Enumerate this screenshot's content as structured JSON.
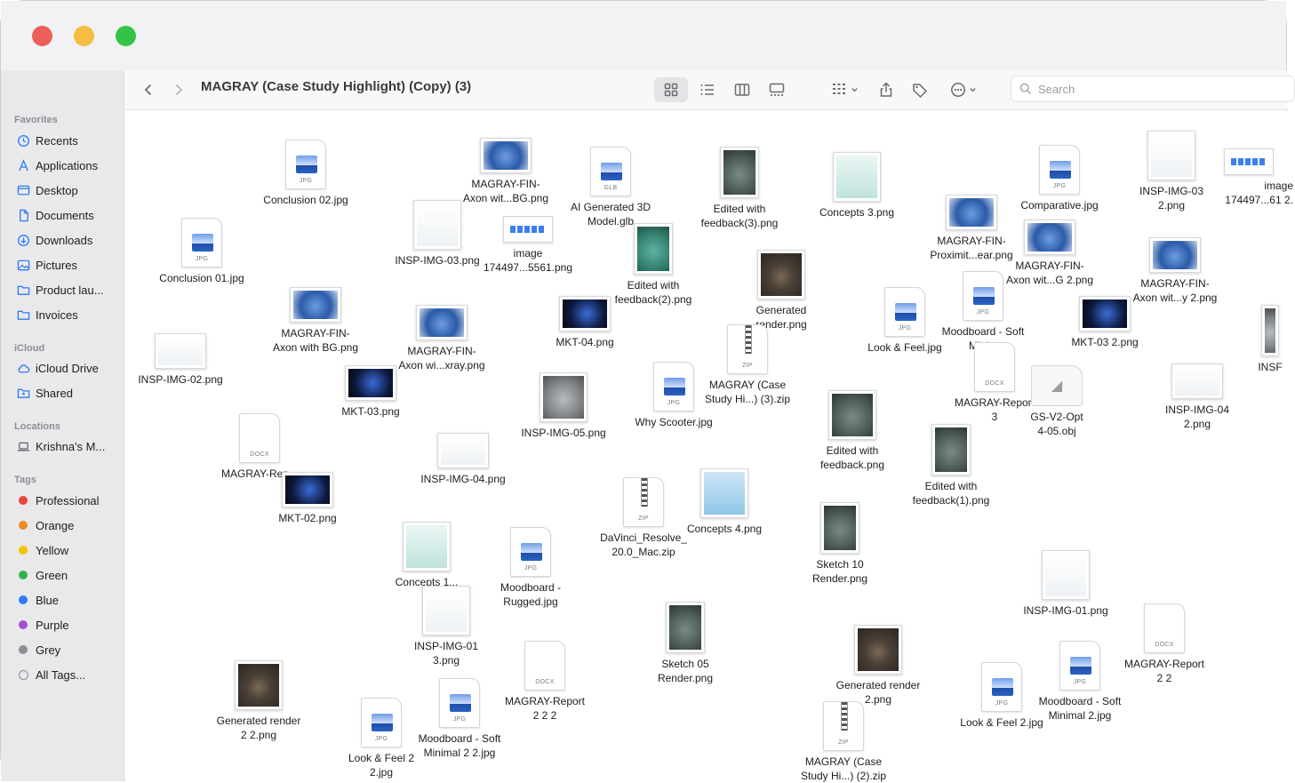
{
  "window": {
    "path_title": "MAGRAY (Case Study Highlight) (Copy) (3)",
    "search_placeholder": "Search"
  },
  "sidebar": {
    "favorites_header": "Favorites",
    "favorites": [
      {
        "label": "Recents",
        "icon": "clock-icon"
      },
      {
        "label": "Applications",
        "icon": "applications-icon"
      },
      {
        "label": "Desktop",
        "icon": "desktop-icon"
      },
      {
        "label": "Documents",
        "icon": "document-icon"
      },
      {
        "label": "Downloads",
        "icon": "download-icon"
      },
      {
        "label": "Pictures",
        "icon": "pictures-icon"
      },
      {
        "label": "Product lau...",
        "icon": "folder-icon"
      },
      {
        "label": "Invoices",
        "icon": "folder-icon"
      }
    ],
    "icloud_header": "iCloud",
    "icloud": [
      {
        "label": "iCloud Drive",
        "icon": "cloud-icon"
      },
      {
        "label": "Shared",
        "icon": "shared-folder-icon"
      }
    ],
    "locations_header": "Locations",
    "locations": [
      {
        "label": "Krishna's M...",
        "icon": "laptop-icon"
      }
    ],
    "tags_header": "Tags",
    "tags": [
      {
        "label": "Professional",
        "color": "#e8443a"
      },
      {
        "label": "Orange",
        "color": "#f08a24"
      },
      {
        "label": "Yellow",
        "color": "#f5c400"
      },
      {
        "label": "Green",
        "color": "#34b24a"
      },
      {
        "label": "Blue",
        "color": "#2f7cf6"
      },
      {
        "label": "Purple",
        "color": "#a550d6"
      },
      {
        "label": "Grey",
        "color": "#8e8e93"
      },
      {
        "label": "All Tags...",
        "color": ""
      }
    ]
  },
  "files": [
    {
      "name": "Conclusion 02.jpg",
      "kind": "JPG"
    },
    {
      "name": "MAGRAY-FIN-\nAxon wit...BG.png",
      "kind": "image"
    },
    {
      "name": "AI Generated 3D\nModel.glb",
      "kind": "GLB"
    },
    {
      "name": "Edited with\nfeedback(3).png",
      "kind": "image"
    },
    {
      "name": "Concepts 3.png",
      "kind": "image"
    },
    {
      "name": "Comparative.jpg",
      "kind": "JPG"
    },
    {
      "name": "INSP-IMG-03\n2.png",
      "kind": "image"
    },
    {
      "name": "image\n174497...61 2.",
      "kind": "image"
    },
    {
      "name": "Conclusion 01.jpg",
      "kind": "JPG"
    },
    {
      "name": "INSP-IMG-03.png",
      "kind": "image"
    },
    {
      "name": "image\n174497...5561.png",
      "kind": "image"
    },
    {
      "name": "Edited with\nfeedback(2).png",
      "kind": "image"
    },
    {
      "name": "MAGRAY-FIN-\nProximit...ear.png",
      "kind": "image"
    },
    {
      "name": "MAGRAY-FIN-\nAxon wit...G 2.png",
      "kind": "image"
    },
    {
      "name": "MAGRAY-FIN-\nAxon wit...y 2.png",
      "kind": "image"
    },
    {
      "name": "Generated\nrender.png",
      "kind": "image"
    },
    {
      "name": "MAGRAY-FIN-\nAxon with BG.png",
      "kind": "image"
    },
    {
      "name": "MAGRAY-FIN-\nAxon wi...xray.png",
      "kind": "image"
    },
    {
      "name": "MKT-04.png",
      "kind": "image"
    },
    {
      "name": "Look & Feel.jpg",
      "kind": "JPG"
    },
    {
      "name": "Moodboard - Soft\nMini...",
      "kind": "JPG"
    },
    {
      "name": "MKT-03 2.png",
      "kind": "image"
    },
    {
      "name": "INSP-IMG-02.png",
      "kind": "image"
    },
    {
      "name": "MKT-03.png",
      "kind": "image"
    },
    {
      "name": "INSP-IMG-05.png",
      "kind": "image"
    },
    {
      "name": "MAGRAY (Case\nStudy Hi...) (3).zip",
      "kind": "ZIP"
    },
    {
      "name": "Why Scooter.jpg",
      "kind": "JPG"
    },
    {
      "name": "MAGRAY-Report\n3",
      "kind": "DOCX"
    },
    {
      "name": "GS-V2-Opt\n4-05.obj",
      "kind": "OBJ"
    },
    {
      "name": "INSP-IMG-04\n2.png",
      "kind": "image"
    },
    {
      "name": "INSF",
      "kind": "image"
    },
    {
      "name": "MAGRAY-Rep...",
      "kind": "DOCX"
    },
    {
      "name": "INSP-IMG-04.png",
      "kind": "image"
    },
    {
      "name": "Edited with\nfeedback.png",
      "kind": "image"
    },
    {
      "name": "Edited with\nfeedback(1).png",
      "kind": "image"
    },
    {
      "name": "MKT-02.png",
      "kind": "image"
    },
    {
      "name": "DaVinci_Resolve_\n20.0_Mac.zip",
      "kind": "ZIP"
    },
    {
      "name": "Concepts 4.png",
      "kind": "image"
    },
    {
      "name": "Concepts 1...",
      "kind": "image"
    },
    {
      "name": "Moodboard -\nRugged.jpg",
      "kind": "JPG"
    },
    {
      "name": "Sketch 10\nRender.png",
      "kind": "image"
    },
    {
      "name": "INSP-IMG-01.png",
      "kind": "image"
    },
    {
      "name": "INSP-IMG-01\n3.png",
      "kind": "image"
    },
    {
      "name": "Sketch 05\nRender.png",
      "kind": "image"
    },
    {
      "name": "MAGRAY-Report\n2 2",
      "kind": "DOCX"
    },
    {
      "name": "MAGRAY-Report\n2 2 2",
      "kind": "DOCX"
    },
    {
      "name": "Generated render\n2.png",
      "kind": "image"
    },
    {
      "name": "Moodboard - Soft\nMinimal 2.jpg",
      "kind": "JPG"
    },
    {
      "name": "Generated render\n2 2.png",
      "kind": "image"
    },
    {
      "name": "Moodboard - Soft\nMinimal 2 2.jpg",
      "kind": "JPG"
    },
    {
      "name": "Look & Feel 2.jpg",
      "kind": "JPG"
    },
    {
      "name": "Look & Feel 2\n2.jpg",
      "kind": "JPG"
    },
    {
      "name": "MAGRAY (Case\nStudy Hi...) (2).zip",
      "kind": "ZIP"
    }
  ]
}
